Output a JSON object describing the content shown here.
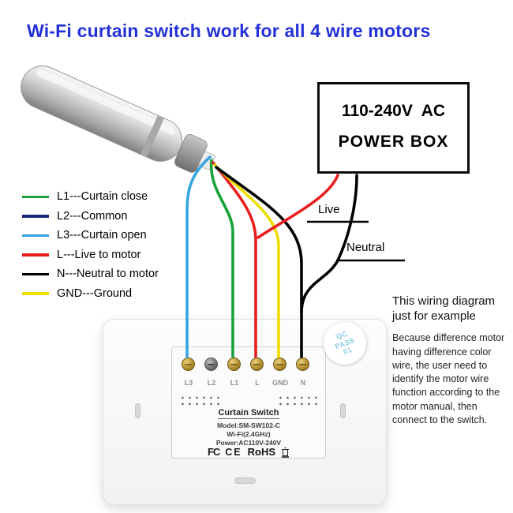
{
  "title": "Wi-Fi curtain switch work for all 4 wire motors",
  "colors": {
    "title_blue": "#2331d8",
    "green": "#17a23a",
    "dark_blue": "#1a2b78",
    "light_blue": "#36a4e0",
    "red": "#e81f1f",
    "black": "#000000",
    "yellow": "#eedd00"
  },
  "power_box": {
    "line1": "110-240V  AC",
    "line2": "POWER BOX"
  },
  "wire_labels": {
    "live": "Live",
    "neutral": "Neutral"
  },
  "legend": {
    "items": [
      "L1---Curtain close",
      "L2---Common",
      "L3---Curtain open",
      "L---Live to motor",
      "N---Neutral to motor",
      "GND---Ground"
    ]
  },
  "switch": {
    "terminals": [
      "L3",
      "L2",
      "L1",
      "L",
      "GND",
      "N"
    ],
    "name": "Curtain Switch",
    "model": "Model:SM-SW102-C",
    "wifi": "Wi-Fi(2.4GHz)",
    "power": "Power:AC110V-240V",
    "certs": {
      "fcc": "FC",
      "ce": "CE",
      "rohs": "RoHS"
    }
  },
  "qc_badge": {
    "line1": "QC",
    "line2": "PASS",
    "line3": "01"
  },
  "note": {
    "heading": "This wiring diagram just for example",
    "body": "Because difference motor having difference color wire, the user need to identify the motor wire function according to the motor manual, then connect to the switch."
  }
}
